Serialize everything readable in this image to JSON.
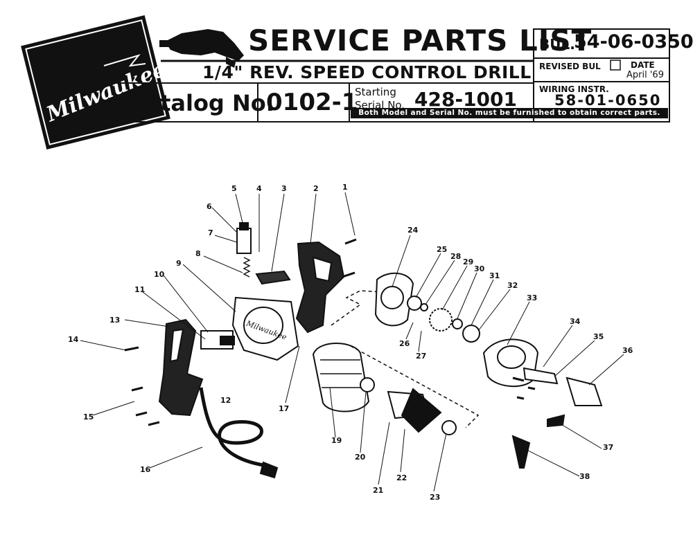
{
  "header": {
    "brand": "Milwaukee",
    "title": "SERVICE PARTS LIST",
    "subtitle": "1/4\" REV. SPEED CONTROL DRILL",
    "catalog_label": "Catalog No.",
    "catalog_no": "0102-1",
    "starting_label": "Starting",
    "serial_label": "Serial No.",
    "serial_no": "428-1001",
    "bul_label": "BUL.",
    "bul_no": "54-06-0350",
    "revised_label": "REVISED BUL",
    "date_label": "DATE",
    "date_value": "April '69",
    "wiring_label": "WIRING INSTR.",
    "wiring_no": "58-01-0650",
    "notice": "Both Model and Serial No. must be furnished to obtain correct parts."
  },
  "callouts": [
    {
      "id": "c1",
      "label": "1"
    },
    {
      "id": "c2",
      "label": "2"
    },
    {
      "id": "c3",
      "label": "3"
    },
    {
      "id": "c4",
      "label": "4"
    },
    {
      "id": "c5",
      "label": "5"
    },
    {
      "id": "c6",
      "label": "6"
    },
    {
      "id": "c7",
      "label": "7"
    },
    {
      "id": "c8",
      "label": "8"
    },
    {
      "id": "c9",
      "label": "9"
    },
    {
      "id": "c10",
      "label": "10"
    },
    {
      "id": "c11",
      "label": "11"
    },
    {
      "id": "c12",
      "label": "12"
    },
    {
      "id": "c13",
      "label": "13"
    },
    {
      "id": "c14",
      "label": "14"
    },
    {
      "id": "c15",
      "label": "15"
    },
    {
      "id": "c16",
      "label": "16"
    },
    {
      "id": "c17",
      "label": "17"
    },
    {
      "id": "c19",
      "label": "19"
    },
    {
      "id": "c20",
      "label": "20"
    },
    {
      "id": "c21",
      "label": "21"
    },
    {
      "id": "c22",
      "label": "22"
    },
    {
      "id": "c23",
      "label": "23"
    },
    {
      "id": "c24",
      "label": "24"
    },
    {
      "id": "c25",
      "label": "25"
    },
    {
      "id": "c26",
      "label": "26"
    },
    {
      "id": "c27",
      "label": "27"
    },
    {
      "id": "c28",
      "label": "28"
    },
    {
      "id": "c29",
      "label": "29"
    },
    {
      "id": "c30",
      "label": "30"
    },
    {
      "id": "c31",
      "label": "31"
    },
    {
      "id": "c32",
      "label": "32"
    },
    {
      "id": "c33",
      "label": "33"
    },
    {
      "id": "c34",
      "label": "34"
    },
    {
      "id": "c35",
      "label": "35"
    },
    {
      "id": "c36",
      "label": "36"
    },
    {
      "id": "c37",
      "label": "37"
    },
    {
      "id": "c38",
      "label": "38"
    }
  ]
}
